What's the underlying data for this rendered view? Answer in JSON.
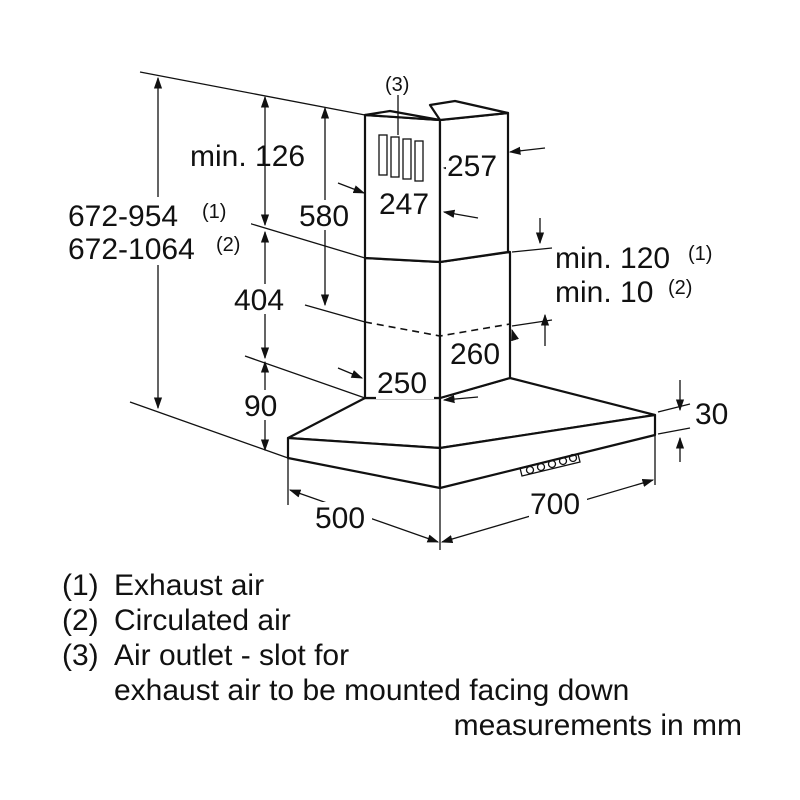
{
  "diagram": {
    "labels": {
      "outlet_ref": "(3)",
      "min_top": "min. 126",
      "total_range_1": "672-954",
      "total_range_1_ref": "(1)",
      "total_range_2": "672-1064",
      "total_range_2_ref": "(2)",
      "chimney_upper_height": "580",
      "chimney_lower_height": "404",
      "canopy_height": "90",
      "upper_width": "257",
      "upper_depth": "247",
      "gap_exhaust": "min. 120",
      "gap_exhaust_ref": "(1)",
      "gap_circulated": "min. 10",
      "gap_circulated_ref": "(2)",
      "lower_width": "260",
      "lower_depth": "250",
      "canopy_edge": "30",
      "hood_depth": "500",
      "hood_width": "700"
    }
  },
  "legend": {
    "item1_num": "(1)",
    "item1_text": "Exhaust air",
    "item2_num": "(2)",
    "item2_text": "Circulated air",
    "item3_num": "(3)",
    "item3_text": "Air outlet - slot for",
    "item3_cont": "exhaust air to be mounted facing down",
    "units": "measurements in mm"
  }
}
